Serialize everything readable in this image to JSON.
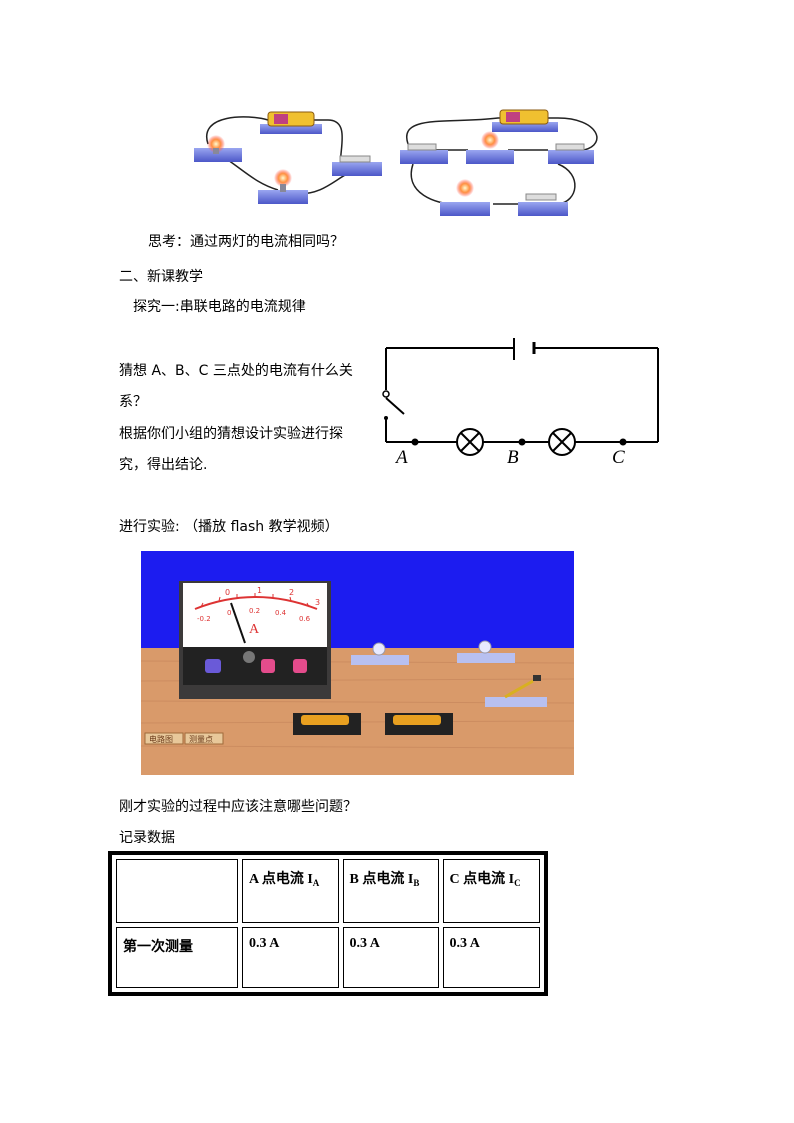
{
  "think": "思考：通过两灯的电流相同吗？",
  "section_title": "二、新课教学",
  "explore_title": "探究一:串联电路的电流规律",
  "guess_line1": "猜想 A、B、C 三点处的电流有什么关",
  "guess_line2": "系？",
  "design_line1": "根据你们小组的猜想设计实验进行探",
  "design_line2": "究，得出结论.",
  "circuit_labels": {
    "a": "A",
    "b": "B",
    "c": "C"
  },
  "experiment": "进行实验:  （播放 flash 教学视频）",
  "video": {
    "meter_letter": "A",
    "scale_top": [
      "0",
      "1",
      "2",
      "3"
    ],
    "scale_bottom": [
      "-0.2",
      "0",
      "0.2",
      "0.4",
      "0.6"
    ],
    "btn_circuit": "电路图",
    "btn_measure": "测量点",
    "colors": {
      "bg": "#1c1cf0",
      "table": "#d99a6a",
      "meter": "#3c3a3a"
    }
  },
  "question": "刚才实验的过程中应该注意哪些问题？",
  "record": "记录数据",
  "table": {
    "headers": [
      {
        "main": "A 点电流 I",
        "sub": "A"
      },
      {
        "main": "B 点电流 I",
        "sub": "B"
      },
      {
        "main": "C 点电流 I",
        "sub": "C"
      }
    ],
    "row_label": "第一次测量",
    "values": [
      "0.3 A",
      "0.3 A",
      "0.3 A"
    ]
  }
}
